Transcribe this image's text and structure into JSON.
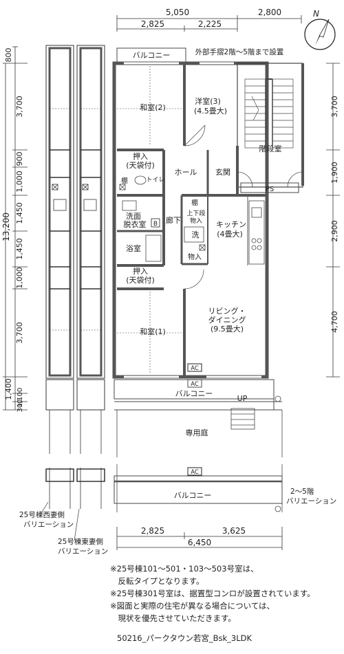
{
  "dimensions": {
    "top_total": "5,050",
    "top_right": "2,800",
    "top_sub_left": "2,825",
    "top_sub_right": "2,225",
    "left_total": "13,200",
    "left_segments": [
      "800",
      "3,700",
      "900",
      "1,000",
      "1,450",
      "1,450",
      "1,000",
      "3,700",
      "1,400",
      "1,100",
      "300"
    ],
    "right_segments": [
      "3,700",
      "1,900",
      "2,900",
      "4,700"
    ],
    "bottom_sub_left": "2,825",
    "bottom_sub_right": "3,625",
    "bottom_total": "6,450"
  },
  "rooms": {
    "balcony_top": "バルコニー",
    "handrail_note": "外部手摺2階〜5階まで設置",
    "washitsu_2": "和室(2)",
    "yoshitsu_3_name": "洋室(3)",
    "yoshitsu_3_size": "(4.5畳大)",
    "stairs": "階段室",
    "oshiire_top": "押入",
    "oshiire_top_sub": "(天袋付)",
    "hall": "ホール",
    "genkan": "玄関",
    "tana_1": "棚",
    "toilet": "トイレ",
    "ps": "PS",
    "tana_2": "棚",
    "senmen_1": "洗面",
    "senmen_2": "脱衣室",
    "b_mark": "B",
    "rouka": "廊下",
    "jouge_1": "上下段",
    "jouge_2": "物入",
    "sen": "洗",
    "kitchen_name": "キッチン",
    "kitchen_size": "(4畳大)",
    "yokushitsu": "浴室",
    "monoire": "物入",
    "oshiire_bottom": "押入",
    "oshiire_bottom_sub": "(天袋付)",
    "living_1": "リビング・",
    "living_2": "ダイニング",
    "living_3": "(9.5畳大)",
    "washitsu_1": "和室(1)",
    "ac_1": "AC",
    "ac_2": "AC",
    "balcony_mid": "バルコニー",
    "up": "UP",
    "garden": "専用庭",
    "ac_3": "AC",
    "balcony_bottom": "バルコニー"
  },
  "labels": {
    "floors_2_5_1": "2〜5階",
    "floors_2_5_2": "バリエーション",
    "west_1": "25号棟西妻側",
    "west_2": "バリエーション",
    "east_1": "25号棟東妻側",
    "east_2": "バリエーション",
    "north": "N"
  },
  "notes": [
    "※25号棟101〜501・103〜503号室は、",
    "　反転タイプとなります。",
    "※25号棟301号室は、据置型コンロが設置されています。",
    "※図面と実際の住宅が異なる場合については、",
    "　現状を優先させていただきます。"
  ],
  "code": "50216_パークタウン若宮_Bsk_3LDK"
}
